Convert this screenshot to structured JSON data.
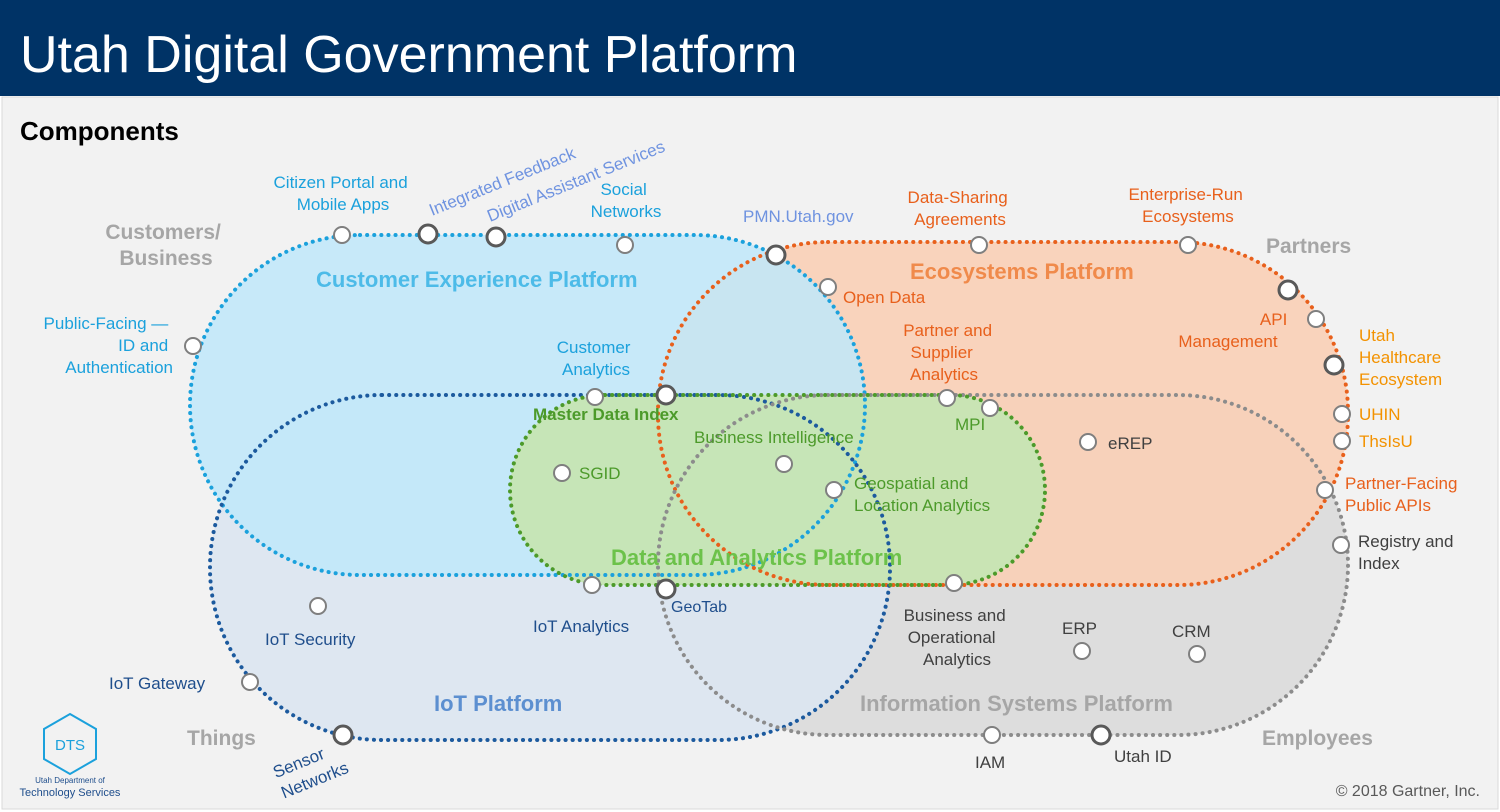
{
  "header": {
    "title": "Utah Digital Government Platform"
  },
  "section_title": "Components",
  "platforms": {
    "customer_experience": "Customer Experience Platform",
    "ecosystems": "Ecosystems Platform",
    "data_analytics": "Data and Analytics Platform",
    "iot": "IoT Platform",
    "information_systems": "Information Systems Platform"
  },
  "stakeholders": {
    "customers_line1": "Customers/",
    "customers_line2": "Business",
    "partners": "Partners",
    "things": "Things",
    "employees": "Employees"
  },
  "components": {
    "citizen_portal": [
      "Citizen Portal and",
      "Mobile Apps"
    ],
    "integrated_feedback": "Integrated Feedback",
    "digital_assistant": "Digital Assistant Services",
    "social_networks": [
      "Social",
      "Networks"
    ],
    "pmn": "PMN.Utah.gov",
    "data_sharing": [
      "Data-Sharing",
      "Agreements"
    ],
    "enterprise_run": [
      "Enterprise-Run",
      "Ecosystems"
    ],
    "public_facing": [
      "Public-Facing —",
      "ID and",
      "Authentication"
    ],
    "open_data": "Open Data",
    "customer_analytics": [
      "Customer",
      "Analytics"
    ],
    "partner_supplier": [
      "Partner and",
      "Supplier",
      "Analytics"
    ],
    "api_management": [
      "API",
      "Management"
    ],
    "utah_healthcare": [
      "Utah",
      "Healthcare",
      "Ecosystem"
    ],
    "master_data_index": "Master Data Index",
    "mpi": "MPI",
    "uhin": "UHIN",
    "thsisu": "ThsIsU",
    "business_intelligence": "Business Intelligence",
    "erep": "eREP",
    "sgid": "SGID",
    "geospatial": [
      "Geospatial and",
      "Location Analytics"
    ],
    "partner_facing_apis": [
      "Partner-Facing",
      "Public APIs"
    ],
    "registry_index": [
      "Registry and",
      "Index"
    ],
    "iot_security": "IoT Security",
    "iot_analytics": "IoT Analytics",
    "geotab": "GeoTab",
    "business_operational": [
      "Business and",
      "Operational",
      "Analytics"
    ],
    "erp": "ERP",
    "crm": "CRM",
    "iot_gateway": "IoT Gateway",
    "sensor_networks": [
      "Sensor",
      "Networks"
    ],
    "iam": "IAM",
    "utah_id": "Utah ID"
  },
  "logo": {
    "abbr": "DTS",
    "line1": "Utah Department of",
    "line2": "Technology Services"
  },
  "copyright": "© 2018 Gartner, Inc.",
  "colors": {
    "header_bg": "#003366",
    "customer_blue": "#1ba1dc",
    "ecosystems_orange": "#e8601c",
    "data_green": "#4c9a2a",
    "iot_navy": "#1c5a9e",
    "info_gray": "#8c8c8c",
    "yellow_orange": "#f39200"
  }
}
